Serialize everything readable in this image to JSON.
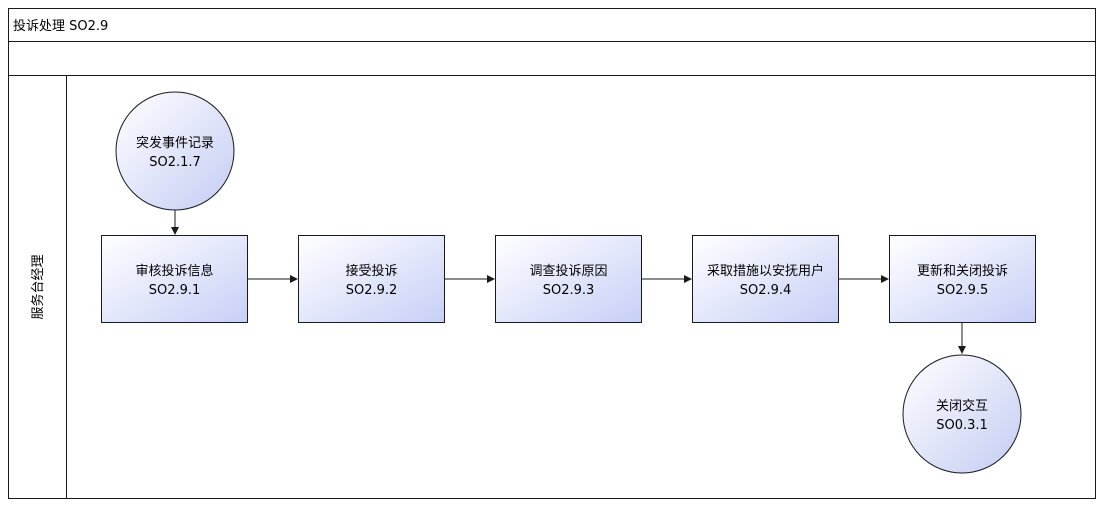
{
  "title": "投诉处理 SO2.9",
  "lane_label": "服务台经理",
  "start_event": {
    "line1": "突发事件记录",
    "line2": "SO2.1.7"
  },
  "steps": [
    {
      "line1": "审核投诉信息",
      "line2": "SO2.9.1"
    },
    {
      "line1": "接受投诉",
      "line2": "SO2.9.2"
    },
    {
      "line1": "调查投诉原因",
      "line2": "SO2.9.3"
    },
    {
      "line1": "采取措施以安抚用户",
      "line2": "SO2.9.4"
    },
    {
      "line1": "更新和关闭投诉",
      "line2": "SO2.9.5"
    }
  ],
  "end_event": {
    "line1": "关闭交互",
    "line2": "SO0.3.1"
  },
  "colors": {
    "box_gradient_start": "#ffffff",
    "box_gradient_end": "#c7cff6",
    "circle_gradient_start": "#ffffff",
    "circle_gradient_end": "#c4ccf3",
    "stroke": "#1a1a1a"
  }
}
